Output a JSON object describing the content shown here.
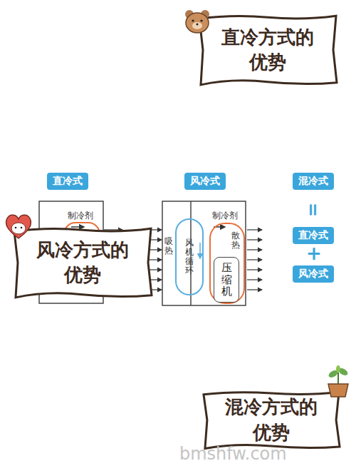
{
  "diagram": {
    "nodes": [
      {
        "text": [
          "直冷方式的 优势"
        ]
      },
      {
        "text": [
          "直冷式"
        ]
      },
      {
        "text": [
          "风冷式"
        ]
      },
      {
        "text": [
          "混冷式"
        ]
      },
      {
        "text": [
          "风冷方式的 优势"
        ]
      },
      {
        "text": [
          "风机循环"
        ]
      },
      {
        "text": [
          "散热"
        ]
      },
      {
        "text": [
          "压缩机"
        ],
        "in": 6
      },
      {
        "text": [
          "直冷式"
        ]
      },
      {
        "text": [
          "风冷式"
        ]
      },
      {
        "text": [
          "混冷方式的 优势"
        ]
      }
    ],
    "labels": [
      "制冷剂",
      "吸热",
      "制冷剂",
      "=",
      "+",
      "bmshfw.com"
    ]
  }
}
